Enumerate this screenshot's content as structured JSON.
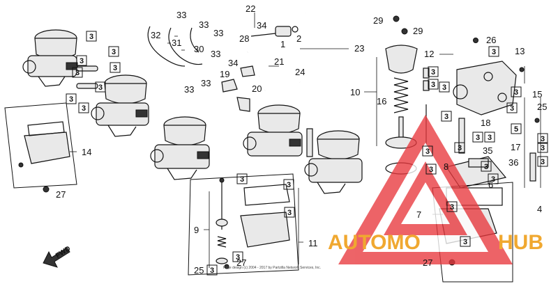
{
  "diagram": {
    "fwd_label": "FWD",
    "copyright": "Page design (c) 2004 - 2017 by Partzilla Network Services, Inc.",
    "watermark": {
      "text_left": "AUTOMO",
      "text_right": "HUB",
      "text_hidden": "TO",
      "primary_color": "#e8383d",
      "secondary_color": "#f0a830"
    },
    "callouts": [
      {
        "id": "c33a",
        "label": "33"
      },
      {
        "id": "c32",
        "label": "32"
      },
      {
        "id": "c33b",
        "label": "33"
      },
      {
        "id": "c31",
        "label": "31"
      },
      {
        "id": "c30",
        "label": "30"
      },
      {
        "id": "c33c",
        "label": "33"
      },
      {
        "id": "c33d",
        "label": "33"
      },
      {
        "id": "c33e",
        "label": "33"
      },
      {
        "id": "c33f",
        "label": "33"
      },
      {
        "id": "c22",
        "label": "22"
      },
      {
        "id": "c28",
        "label": "28"
      },
      {
        "id": "c34a",
        "label": "34"
      },
      {
        "id": "c34b",
        "label": "34"
      },
      {
        "id": "c1",
        "label": "1"
      },
      {
        "id": "c2",
        "label": "2"
      },
      {
        "id": "c21",
        "label": "21"
      },
      {
        "id": "c19",
        "label": "19"
      },
      {
        "id": "c24",
        "label": "24"
      },
      {
        "id": "c20",
        "label": "20"
      },
      {
        "id": "c23",
        "label": "23"
      },
      {
        "id": "c29a",
        "label": "29"
      },
      {
        "id": "c29b",
        "label": "29"
      },
      {
        "id": "c26",
        "label": "26"
      },
      {
        "id": "c12",
        "label": "12"
      },
      {
        "id": "c13",
        "label": "13"
      },
      {
        "id": "c10",
        "label": "10"
      },
      {
        "id": "c16",
        "label": "16"
      },
      {
        "id": "c15",
        "label": "15"
      },
      {
        "id": "c25a",
        "label": "25"
      },
      {
        "id": "c18",
        "label": "18"
      },
      {
        "id": "c35",
        "label": "35"
      },
      {
        "id": "c17",
        "label": "17"
      },
      {
        "id": "c36",
        "label": "36"
      },
      {
        "id": "c8",
        "label": "8"
      },
      {
        "id": "c6",
        "label": "6"
      },
      {
        "id": "c4",
        "label": "4"
      },
      {
        "id": "c7",
        "label": "7"
      },
      {
        "id": "c14",
        "label": "14"
      },
      {
        "id": "c27a",
        "label": "27"
      },
      {
        "id": "c9",
        "label": "9"
      },
      {
        "id": "c11",
        "label": "11"
      },
      {
        "id": "c27b",
        "label": "27"
      },
      {
        "id": "c25b",
        "label": "25"
      },
      {
        "id": "c27c",
        "label": "27"
      },
      {
        "id": "c5",
        "label": "5"
      }
    ],
    "boxed_refs": [
      {
        "id": "b1",
        "label": "3"
      },
      {
        "id": "b2",
        "label": "3"
      },
      {
        "id": "b3",
        "label": "3"
      },
      {
        "id": "b4",
        "label": "3"
      },
      {
        "id": "b5",
        "label": "3"
      },
      {
        "id": "b6",
        "label": "3"
      },
      {
        "id": "b7",
        "label": "3"
      },
      {
        "id": "b8",
        "label": "3"
      },
      {
        "id": "b9",
        "label": "3"
      },
      {
        "id": "b10",
        "label": "3"
      },
      {
        "id": "b11",
        "label": "3"
      },
      {
        "id": "b12",
        "label": "3"
      },
      {
        "id": "b13",
        "label": "3"
      },
      {
        "id": "b14",
        "label": "3"
      },
      {
        "id": "b15",
        "label": "3"
      },
      {
        "id": "b16",
        "label": "3"
      },
      {
        "id": "b17",
        "label": "3"
      },
      {
        "id": "b18",
        "label": "3"
      },
      {
        "id": "b19",
        "label": "3"
      },
      {
        "id": "b20",
        "label": "3"
      },
      {
        "id": "b21",
        "label": "3"
      },
      {
        "id": "b22",
        "label": "3"
      },
      {
        "id": "b23",
        "label": "3"
      },
      {
        "id": "b24",
        "label": "3"
      },
      {
        "id": "b25",
        "label": "3"
      },
      {
        "id": "b26",
        "label": "3"
      },
      {
        "id": "b27",
        "label": "3"
      },
      {
        "id": "b28",
        "label": "3"
      },
      {
        "id": "b29",
        "label": "3"
      },
      {
        "id": "b30",
        "label": "3"
      },
      {
        "id": "b31",
        "label": "3"
      },
      {
        "id": "b32",
        "label": "3"
      },
      {
        "id": "b33",
        "label": "5"
      }
    ]
  }
}
